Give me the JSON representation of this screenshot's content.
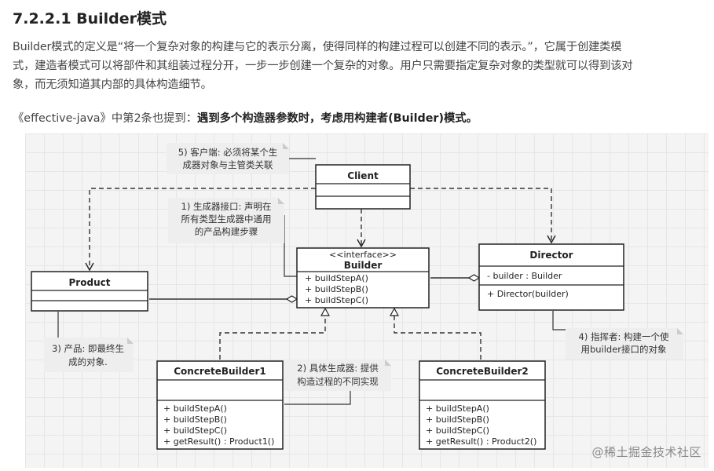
{
  "heading": "7.2.2.1 Builder模式",
  "paragraph": [
    "Builder模式的定义是“将一个复杂对象的构建与它的表示分离，使得同样的构建过程可以创建不同的表示。”，它属于创建类模",
    "式，建造者模式可以将部件和其组装过程分开，一步一步创建一个复杂的对象。用户只需要指定复杂对象的类型就可以得到该对",
    "象，而无须知道其内部的具体构造细节。"
  ],
  "quote": {
    "prefix": "《effective-java》中第2条也提到：",
    "emphasis": "遇到多个构造器参数时，考虑用构建者(Builder)模式。"
  },
  "diagram": {
    "client": {
      "name": "Client"
    },
    "builder": {
      "stereotype": "<<interface>>",
      "name": "Builder",
      "methods": [
        "+ buildStepA()",
        "+ buildStepB()",
        "+ buildStepC()"
      ]
    },
    "director": {
      "name": "Director",
      "fields": [
        "- builder : Builder"
      ],
      "methods": [
        "+ Director(builder)"
      ]
    },
    "product": {
      "name": "Product"
    },
    "concrete1": {
      "name": "ConcreteBuilder1",
      "methods": [
        "+ buildStepA()",
        "+ buildStepB()",
        "+ buildStepC()",
        "+ getResult() : Product1()"
      ]
    },
    "concrete2": {
      "name": "ConcreteBuilder2",
      "methods": [
        "+ buildStepA()",
        "+ buildStepB()",
        "+ buildStepC()",
        "+ getResult() : Product2()"
      ]
    },
    "notes": {
      "client": [
        "5) 客户端: 必须将某个生",
        "成器对象与主管类关联"
      ],
      "builder": [
        "1) 生成器接口: 声明在",
        "所有类型生成器中通用",
        "的产品构建步骤"
      ],
      "product": [
        "3) 产品: 即最终生",
        "成的对象."
      ],
      "concrete": [
        "2) 具体生成器: 提供",
        "构造过程的不同实现"
      ],
      "director": [
        "4) 指挥者: 构建一个使",
        "用builder接口的对象"
      ]
    }
  },
  "watermark": "@稀土掘金技术社区"
}
